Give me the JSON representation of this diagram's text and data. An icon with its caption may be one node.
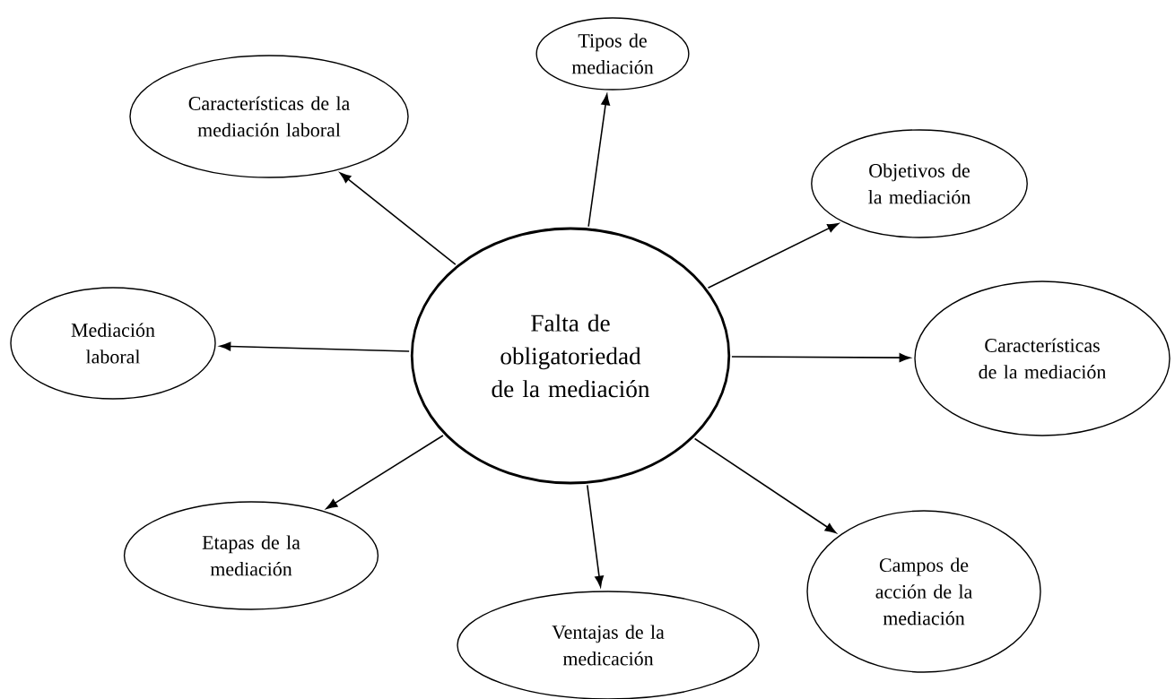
{
  "diagram": {
    "nodes": [
      {
        "text": [
          "Falta de obligatoriedad de la mediación"
        ]
      },
      {
        "text": [
          "Tipos de mediación"
        ]
      },
      {
        "text": [
          "Características de la mediación laboral"
        ]
      },
      {
        "text": [
          "Objetivos de la mediación"
        ]
      },
      {
        "text": [
          "Mediación laboral"
        ]
      },
      {
        "text": [
          "Características de la mediación"
        ]
      },
      {
        "text": [
          "Etapas de la mediación"
        ]
      },
      {
        "text": [
          "Campos de acción de la mediación"
        ]
      },
      {
        "text": [
          "Ventajas de la medicación"
        ]
      }
    ],
    "edges": [
      {
        "from": 0,
        "to": 1,
        "arrow": "to"
      },
      {
        "from": 0,
        "to": 2,
        "arrow": "to"
      },
      {
        "from": 0,
        "to": 3,
        "arrow": "to"
      },
      {
        "from": 0,
        "to": 4,
        "arrow": "to"
      },
      {
        "from": 0,
        "to": 5,
        "arrow": "to"
      },
      {
        "from": 0,
        "to": 6,
        "arrow": "to"
      },
      {
        "from": 0,
        "to": 7,
        "arrow": "to"
      },
      {
        "from": 0,
        "to": 8,
        "arrow": "to"
      }
    ]
  }
}
